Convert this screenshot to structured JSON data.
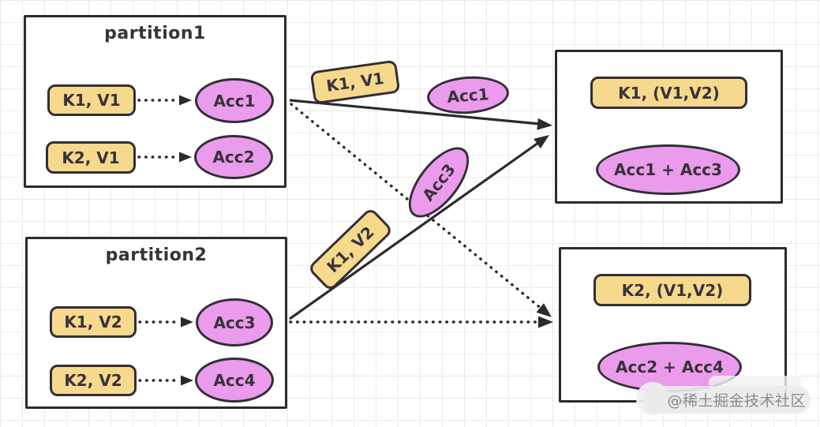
{
  "colors": {
    "kv_fill": "#f6d98c",
    "acc_fill": "#ea9bec",
    "node_border": "#332e36",
    "box_border": "#2b2b2b",
    "arrow": "#2b2b2b",
    "text": "#38323b",
    "grid_line": "#efe9e9",
    "watermark_text": "#8f8d90"
  },
  "partition1": {
    "title": "partition1",
    "rows": [
      {
        "kv": "K1, V1",
        "acc": "Acc1"
      },
      {
        "kv": "K2, V1",
        "acc": "Acc2"
      }
    ]
  },
  "partition2": {
    "title": "partition2",
    "rows": [
      {
        "kv": "K1, V2",
        "acc": "Acc3"
      },
      {
        "kv": "K2, V2",
        "acc": "Acc4"
      }
    ]
  },
  "result_k1": {
    "kv": "K1, (V1,V2)",
    "acc": "Acc1 + Acc3"
  },
  "result_k2": {
    "kv": "K2, (V1,V2)",
    "acc": "Acc2 + Acc4"
  },
  "transit": {
    "kv_k1v1": "K1, V1",
    "acc1": "Acc1",
    "acc3": "Acc3",
    "kv_k1v2": "K1, V2"
  },
  "watermark": "@稀土掘金技术社区"
}
